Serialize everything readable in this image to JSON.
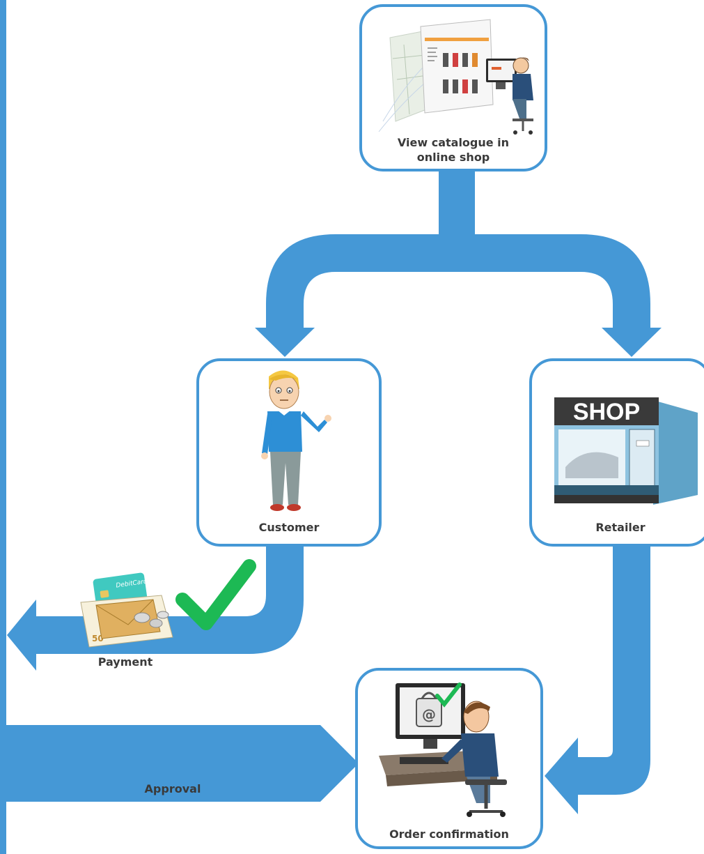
{
  "nodes": {
    "catalogue": {
      "label": "View catalogue in online shop",
      "icon": "person-at-computer-with-webshop-icon"
    },
    "customer": {
      "label": "Customer",
      "icon": "standing-man-icon"
    },
    "retailer": {
      "label": "Retailer",
      "icon": "shop-building-icon"
    },
    "order": {
      "label": "Order confirmation",
      "icon": "person-at-computer-with-email-check-icon"
    }
  },
  "flows": {
    "payment": {
      "label": "Payment",
      "icon": "debit-card-and-money-icon"
    },
    "approval": {
      "label": "Approval",
      "icon": "green-checkmark-icon"
    }
  },
  "shop_sign": "SHOP",
  "card_text": "DebitCard Inc.",
  "banknote_value": "50",
  "colors": {
    "arrow": "#4598d6",
    "box_border": "#4598d6",
    "check": "#1db954",
    "label_text": "#3a3a3a"
  }
}
